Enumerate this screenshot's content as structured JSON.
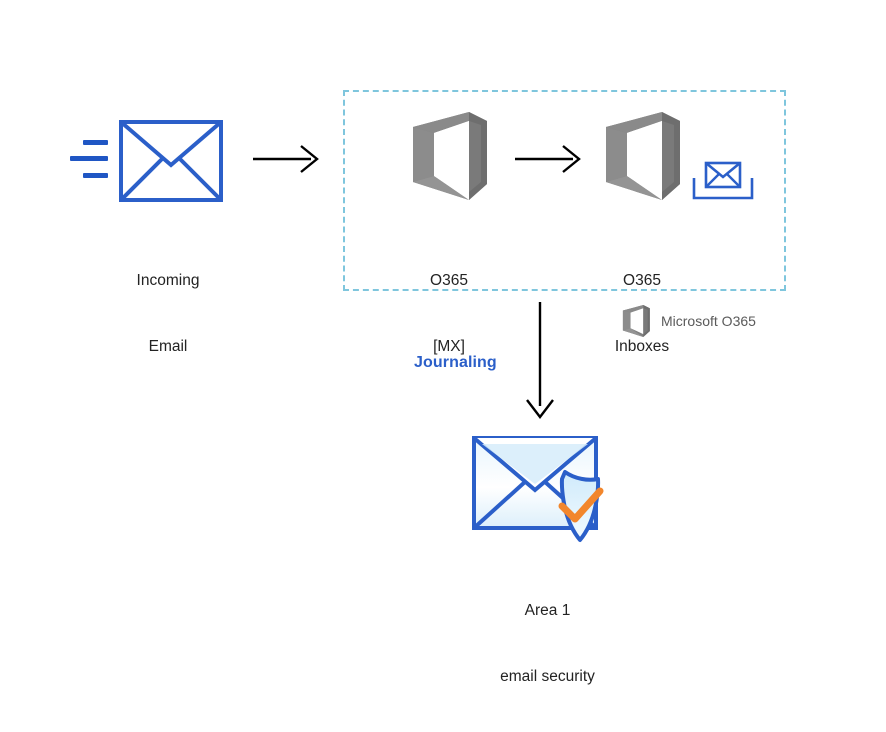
{
  "diagram": {
    "title": "Email journaling flow to Area 1 email security",
    "background_color": "#ffffff"
  },
  "colors": {
    "envelope_blue": "#2b5fc9",
    "speed_line_blue": "#1f56c4",
    "dashed_border": "#7fc6dd",
    "arrow_black": "#000000",
    "journaling_blue": "#2b5fc9",
    "o365_gray": "#808080",
    "legend_gray": "#5a5a5a",
    "shield_orange": "#f2862c",
    "envelope_fill_light": "#d6ecfa",
    "caption_text": "#232323"
  },
  "nodes": {
    "incoming_email": {
      "icon": "envelope-icon",
      "caption_line1": "Incoming",
      "caption_line2": "Email"
    },
    "o365_mx": {
      "icon": "microsoft-o365-logo-icon",
      "caption_line1": "O365",
      "caption_line2": "[MX]"
    },
    "o365_inboxes": {
      "icon": "microsoft-o365-logo-icon",
      "caption_line1": "O365",
      "caption_line2": "Inboxes",
      "badge_icon": "inbox-tray-envelope-icon"
    },
    "area1": {
      "icon": "envelope-shield-check-icon",
      "caption_line1": "Area 1",
      "caption_line2": "email security"
    }
  },
  "edges": {
    "incoming_to_mx": {
      "icon": "arrow-right-icon",
      "label": ""
    },
    "mx_to_inboxes": {
      "icon": "arrow-right-icon",
      "label": ""
    },
    "inboxes_to_area1": {
      "icon": "arrow-down-icon",
      "label": "Journaling"
    }
  },
  "legend": {
    "icon": "microsoft-o365-logo-icon",
    "label": "Microsoft O365"
  }
}
